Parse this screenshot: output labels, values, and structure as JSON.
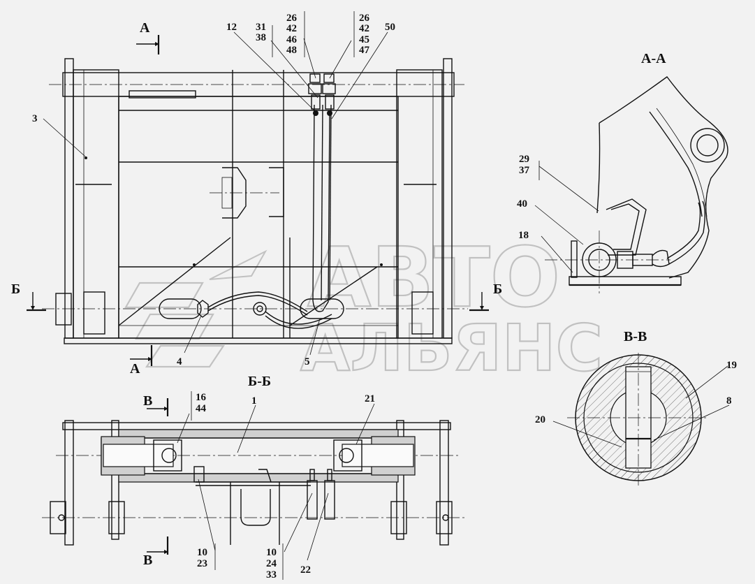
{
  "sections": {
    "aa": "А-А",
    "bb": "Б-Б",
    "vv": "В-В"
  },
  "cut_marks": {
    "a": "А",
    "b": "Б",
    "v": "В"
  },
  "watermark": {
    "line1": "АВТО",
    "line2": "АЛЬЯНС"
  },
  "callouts": {
    "p1": "1",
    "p3": "3",
    "p4": "4",
    "p5": "5",
    "p8": "8",
    "p12": "12",
    "p18": "18",
    "p19": "19",
    "p20": "20",
    "p21": "21",
    "p22": "22",
    "p40": "40",
    "p50": "50",
    "g31_38": [
      "31",
      "38"
    ],
    "g26_42_46_48": [
      "26",
      "42",
      "46",
      "48"
    ],
    "g26_42_45_47": [
      "26",
      "42",
      "45",
      "47"
    ],
    "g29_37": [
      "29",
      "37"
    ],
    "g16_44": [
      "16",
      "44"
    ],
    "g10_23": [
      "10",
      "23"
    ],
    "g10_24_33": [
      "10",
      "24",
      "33"
    ]
  }
}
